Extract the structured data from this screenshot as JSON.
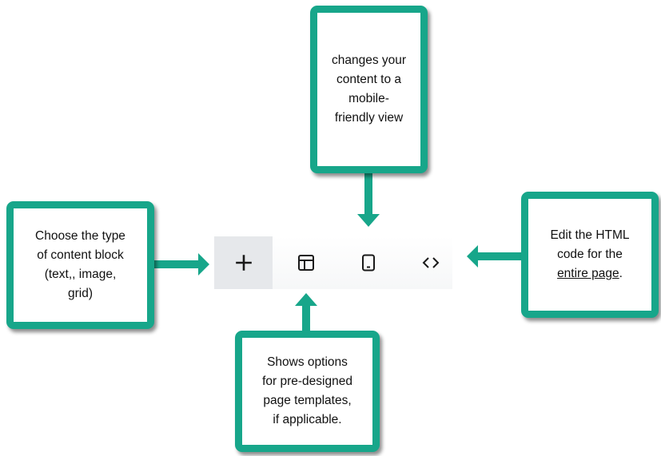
{
  "diagram": {
    "accent_color": "#17a68a",
    "callouts": {
      "left": {
        "text": "Choose the type\nof content block\n(text,, image,\ngrid)"
      },
      "top": {
        "text": "changes your\ncontent to a\nmobile-\nfriendly view"
      },
      "right": {
        "text_before": "Edit the HTML\ncode for the\n",
        "link_text": "entire page",
        "text_after": "."
      },
      "bottom": {
        "text": "Shows options\nfor pre-designed\npage templates,\nif applicable."
      }
    }
  },
  "toolbar": {
    "buttons": [
      {
        "icon": "plus-icon",
        "active": true
      },
      {
        "icon": "layout-template-icon",
        "active": false
      },
      {
        "icon": "mobile-device-icon",
        "active": false
      },
      {
        "icon": "code-brackets-icon",
        "active": false
      }
    ]
  }
}
